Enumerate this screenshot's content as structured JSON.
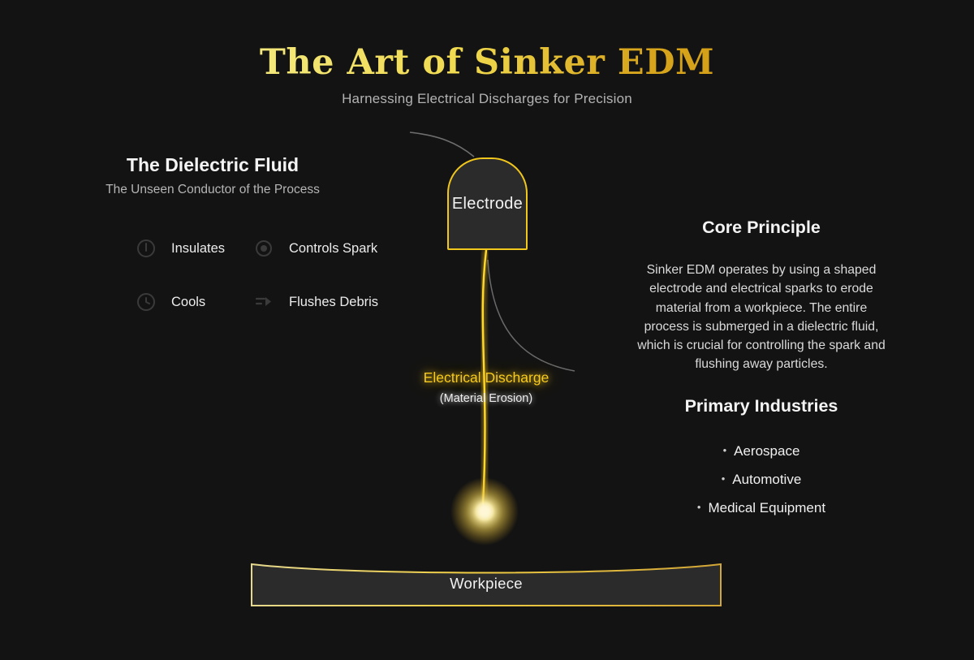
{
  "header": {
    "title": "The Art of Sinker EDM",
    "subtitle": "Harnessing Electrical Discharges for Precision"
  },
  "dielectric": {
    "title": "The Dielectric Fluid",
    "subtitle": "The Unseen Conductor of the Process",
    "features": [
      {
        "icon": "alert-circle-icon",
        "label": "Insulates"
      },
      {
        "icon": "target-icon",
        "label": "Controls Spark"
      },
      {
        "icon": "clock-icon",
        "label": "Cools"
      },
      {
        "icon": "flush-flow-icon",
        "label": "Flushes Debris"
      }
    ]
  },
  "diagram": {
    "electrode_label": "Electrode",
    "discharge_label": "Electrical Discharge",
    "discharge_sublabel": "(Material Erosion)",
    "workpiece_label": "Workpiece"
  },
  "core_principle": {
    "title": "Core Principle",
    "body": "Sinker EDM operates by using a shaped electrode and electrical sparks to erode material from a workpiece. The entire process is submerged in a dielectric fluid, which is crucial for controlling the spark and flushing away particles."
  },
  "industries": {
    "title": "Primary Industries",
    "bullet_char": "•",
    "items": [
      "Aerospace",
      "Automotive",
      "Medical Equipment"
    ]
  },
  "colors": {
    "background": "#131313",
    "gold_light": "#f4e87c",
    "gold_deep": "#d4a017",
    "discharge_gold": "#f6c91c",
    "electrode_border": "#f2c71d",
    "workpiece_border": "#d8ba45"
  }
}
